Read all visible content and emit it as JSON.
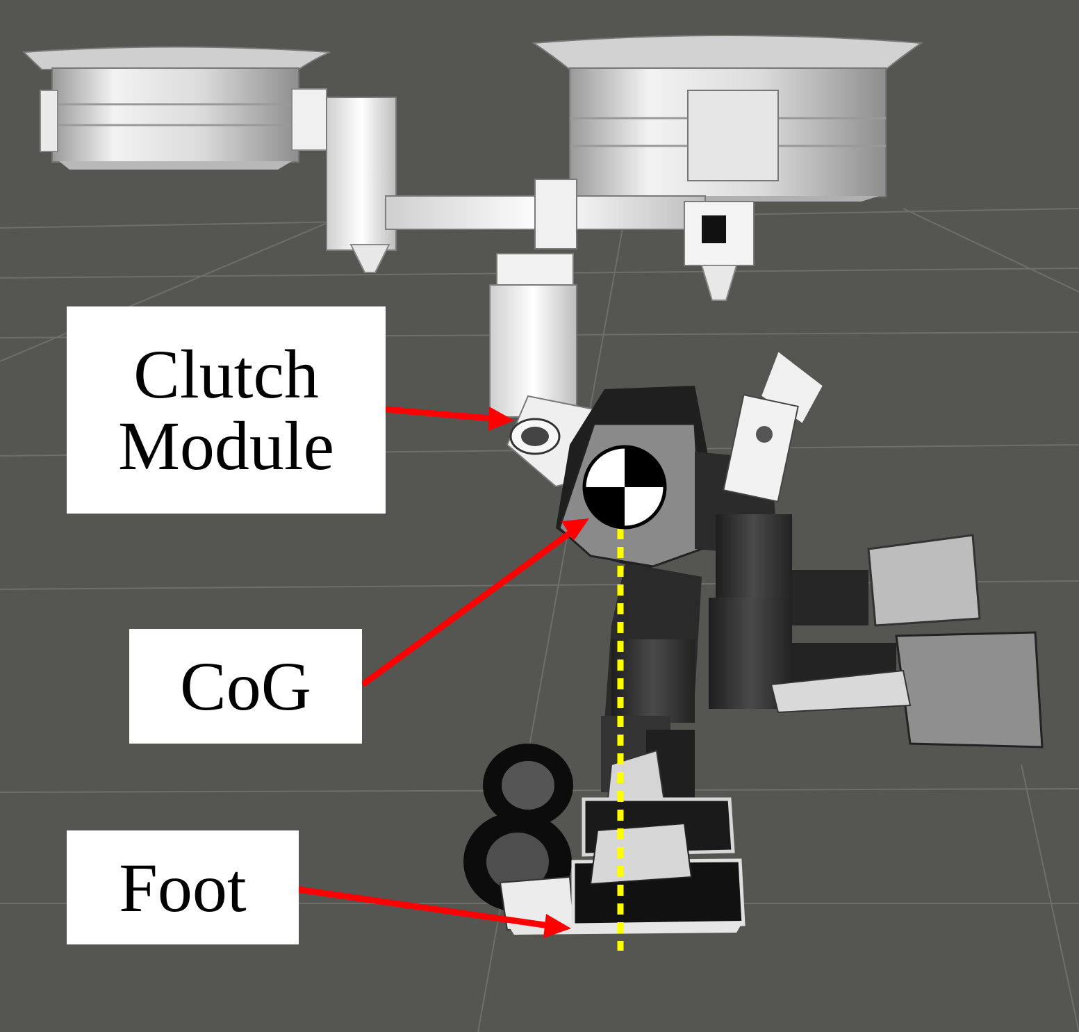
{
  "figure": {
    "labels": {
      "clutch_module_line1": "Clutch",
      "clutch_module_line2": "Module",
      "cog": "CoG",
      "foot": "Foot"
    },
    "colors": {
      "background": "#555651",
      "grid": "#6e6f6b",
      "arrow": "#ff0000",
      "cog_line": "#ffff00",
      "label_box": "#ffffff",
      "robot_light": "#e9e9e9",
      "robot_dark": "#2d2d2d"
    },
    "icons": [
      "cog-marker-icon",
      "clutch-arrow-icon",
      "cog-arrow-icon",
      "foot-arrow-icon"
    ]
  }
}
